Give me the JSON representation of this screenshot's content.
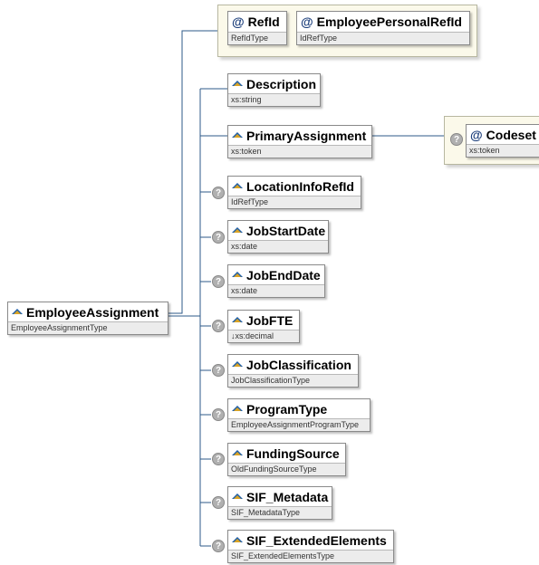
{
  "root": {
    "name": "EmployeeAssignment",
    "type": "EmployeeAssignmentType"
  },
  "attributes": [
    {
      "name": "RefId",
      "type": "RefIdType"
    },
    {
      "name": "EmployeePersonalRefId",
      "type": "IdRefType"
    }
  ],
  "elements": [
    {
      "name": "Description",
      "type": "xs:string",
      "optional": false
    },
    {
      "name": "PrimaryAssignment",
      "type": "xs:token",
      "optional": false
    },
    {
      "name": "LocationInfoRefId",
      "type": "IdRefType",
      "optional": true
    },
    {
      "name": "JobStartDate",
      "type": "xs:date",
      "optional": true
    },
    {
      "name": "JobEndDate",
      "type": "xs:date",
      "optional": true
    },
    {
      "name": "JobFTE",
      "type": "↓xs:decimal",
      "optional": true
    },
    {
      "name": "JobClassification",
      "type": "JobClassificationType",
      "optional": true
    },
    {
      "name": "ProgramType",
      "type": "EmployeeAssignmentProgramType",
      "optional": true
    },
    {
      "name": "FundingSource",
      "type": "OldFundingSourceType",
      "optional": true
    },
    {
      "name": "SIF_Metadata",
      "type": "SIF_MetadataType",
      "optional": true
    },
    {
      "name": "SIF_ExtendedElements",
      "type": "SIF_ExtendedElementsType",
      "optional": true
    }
  ],
  "primary_assignment_attribute": {
    "name": "Codeset",
    "type": "xs:token",
    "optional": true
  },
  "icons": {
    "attribute": "@",
    "optional": "?"
  },
  "colors": {
    "connector": "#2e5a88",
    "attribute_group_bg": "#fbf9ea",
    "type_bar_bg": "#ececec"
  }
}
